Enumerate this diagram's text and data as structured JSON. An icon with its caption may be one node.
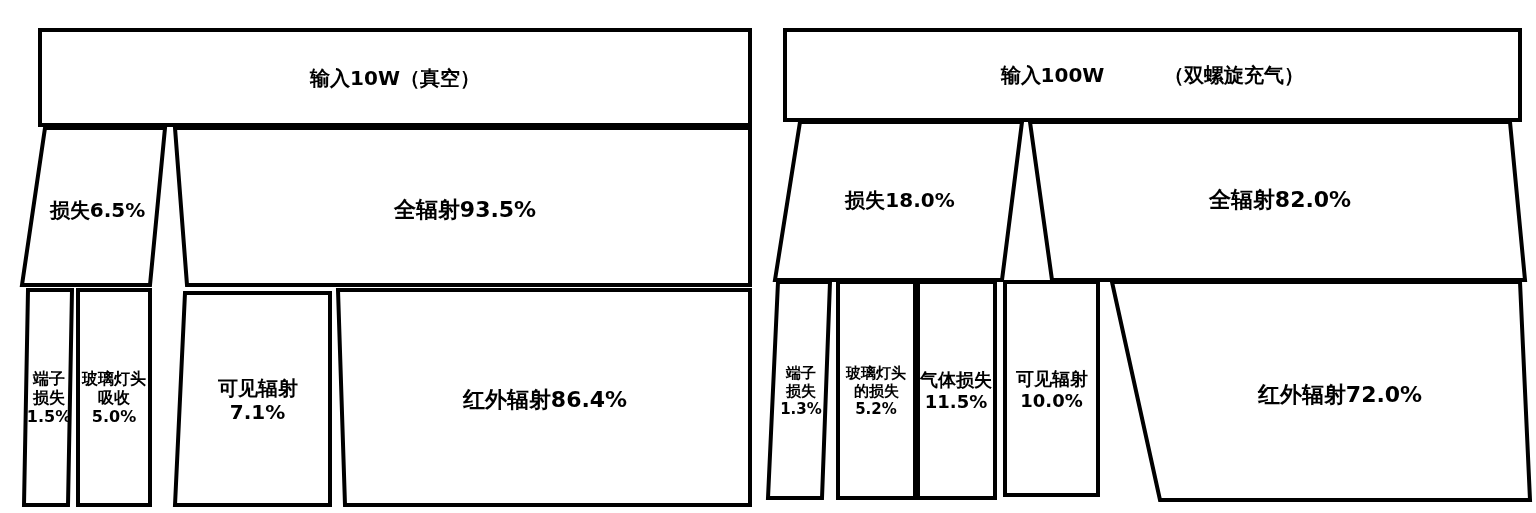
{
  "diagram": {
    "nodes": [
      {
        "text": [
          "输入10W（真空）"
        ]
      },
      {
        "text": [
          "损失6.5%"
        ]
      },
      {
        "text": [
          "全辐射93.5%"
        ]
      },
      {
        "text": [
          "端子损失1.5%"
        ]
      },
      {
        "text": [
          "玻璃灯头吸收5.0%"
        ]
      },
      {
        "text": [
          "可见辐射7.1%"
        ]
      },
      {
        "text": [
          "红外辐射86.4%"
        ]
      },
      {
        "text": [
          "输入100W",
          "（双螺旋充气）"
        ]
      },
      {
        "text": [
          "损失18.0%"
        ]
      },
      {
        "text": [
          "全辐射82.0%"
        ]
      },
      {
        "text": [
          "端子损失1.3%"
        ]
      },
      {
        "text": [
          "玻璃灯头的损失5.2%"
        ]
      },
      {
        "text": [
          "气体损失11.5%"
        ]
      },
      {
        "text": [
          "可见辐射10.0%"
        ]
      },
      {
        "text": [
          "红外辐射72.0%"
        ]
      }
    ]
  }
}
